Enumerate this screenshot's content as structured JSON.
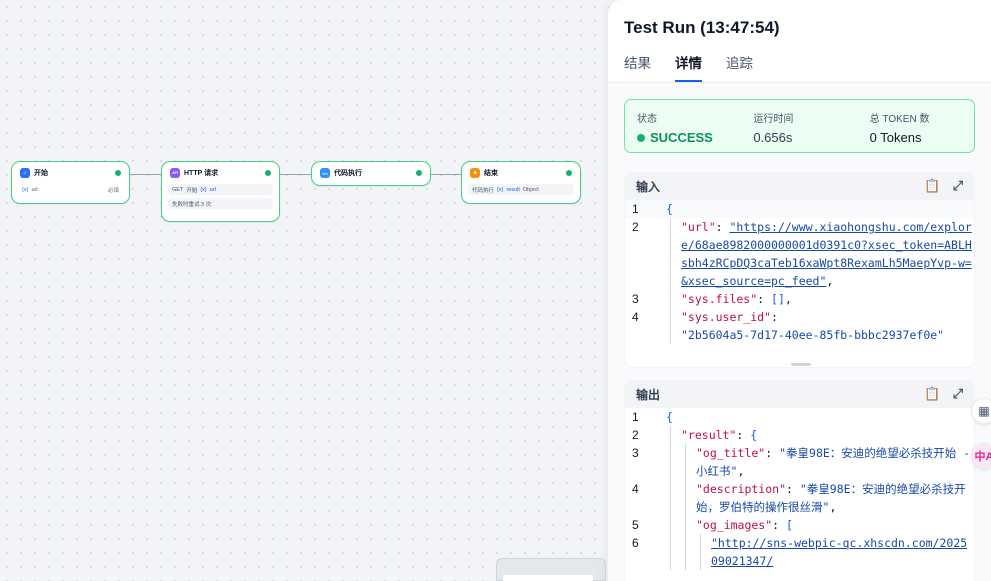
{
  "canvas": {
    "nodes": {
      "start": {
        "title": "开始",
        "icon": "home-icon",
        "var_name": "url",
        "var_badge": "{x}",
        "required": "必填"
      },
      "http": {
        "title": "HTTP 请求",
        "icon": "api-icon",
        "icon_text": "API",
        "method": "GET",
        "source_node": "开始",
        "var_name": "url",
        "var_badge": "{x}",
        "retry_text": "失败时重试 3 次"
      },
      "code": {
        "title": "代码执行",
        "icon": "code-icon",
        "icon_text": "</>"
      },
      "end": {
        "title": "结束",
        "icon": "end-icon",
        "source_node": "代码执行",
        "var_badge": "{x}",
        "var_name": "result",
        "var_type": "Object"
      }
    }
  },
  "panel": {
    "title": "Test Run (13:47:54)",
    "tabs": [
      {
        "label": "结果",
        "active": false
      },
      {
        "label": "详情",
        "active": true
      },
      {
        "label": "追踪",
        "active": false
      }
    ],
    "status": {
      "status_label": "状态",
      "status_value": "SUCCESS",
      "runtime_label": "运行时间",
      "runtime_value": "0.656s",
      "tokens_label": "总 TOKEN 数",
      "tokens_value": "0 Tokens"
    },
    "input": {
      "title": "输入",
      "lines": {
        "l1": "{",
        "url_key": "\"url\"",
        "url_value": "\"https://www.xiaohongshu.com/explore/68ae8982000000001d0391c0?xsec_token=ABLHsbh4zRCpDQ3caTeb16xaWpt8RexamLh5MaepYvp-w=&xsec_source=pc_feed\"",
        "files_key": "\"sys.files\"",
        "files_value": "[]",
        "user_key": "\"sys.user_id\"",
        "user_value": "\"2b5604a5-7d17-40ee-85fb-bbbc2937ef0e\""
      }
    },
    "output": {
      "title": "输出",
      "lines": {
        "l1": "{",
        "result_key": "\"result\"",
        "og_title_key": "\"og_title\"",
        "og_title_value": "\"拳皇98E：安迪的绝望必杀技开始 - 小红书\"",
        "desc_key": "\"description\"",
        "desc_value": "\"拳皇98E：安迪的绝望必杀技开始，罗伯特的操作很丝滑\"",
        "images_key": "\"og_images\"",
        "image_url": "\"http://sns-webpic-qc.xhscdn.com/202509021347/"
      }
    },
    "side_buttons": [
      {
        "icon": "apps-grid-icon"
      },
      {
        "icon": "translate-icon",
        "text": "中A"
      }
    ]
  },
  "colors": {
    "success": "#17b26a",
    "accent": "#155eef",
    "node_border": "#47cd89"
  }
}
